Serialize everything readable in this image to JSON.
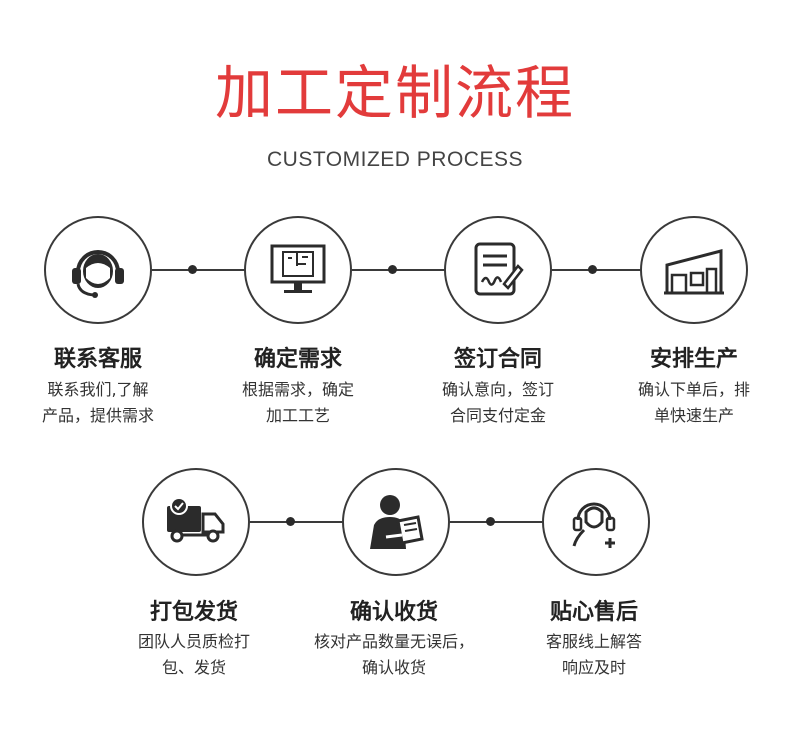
{
  "header": {
    "title": "加工定制流程",
    "subtitle": "CUSTOMIZED PROCESS"
  },
  "steps_row1": [
    {
      "title": "联系客服",
      "desc": [
        "联系我们,了解",
        "产品，提供需求"
      ],
      "icon": "customer-service-headset-icon"
    },
    {
      "title": "确定需求",
      "desc": [
        "根据需求，确定",
        "加工工艺"
      ],
      "icon": "monitor-blueprint-icon"
    },
    {
      "title": "签订合同",
      "desc": [
        "确认意向，签订",
        "合同支付定金"
      ],
      "icon": "contract-sign-icon"
    },
    {
      "title": "安排生产",
      "desc": [
        "确认下单后，排",
        "单快速生产"
      ],
      "icon": "factory-icon"
    }
  ],
  "steps_row2": [
    {
      "title": "打包发货",
      "desc": [
        "团队人员质检打",
        "包、发货"
      ],
      "icon": "delivery-truck-icon"
    },
    {
      "title": "确认收货",
      "desc": [
        "核对产品数量无误后，",
        "确认收货"
      ],
      "icon": "person-reading-icon"
    },
    {
      "title": "贴心售后",
      "desc": [
        "客服线上解答",
        "响应及时"
      ],
      "icon": "after-sales-support-icon"
    }
  ],
  "colors": {
    "title": "#e23b3b",
    "line": "#3a3a3a",
    "text": "#222222"
  }
}
